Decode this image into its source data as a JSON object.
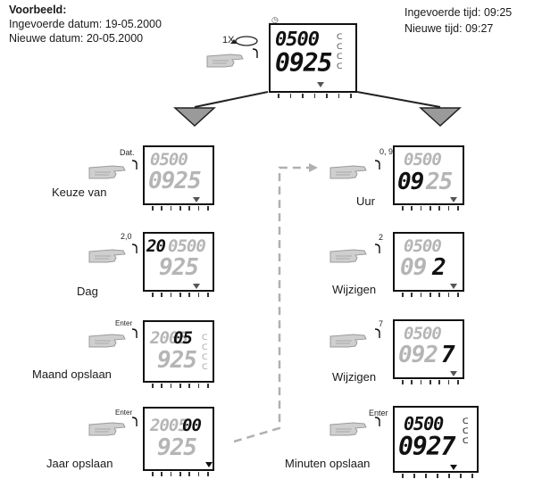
{
  "header": {
    "title": "Voorbeeld:",
    "entered_date": "Ingevoerde datum: 19-05.2000",
    "new_date": "Nieuwe datum: 20-05.2000",
    "entered_time": "Ingevoerde tijd: 09:25",
    "new_time": "Nieuwe tijd: 09:27"
  },
  "top": {
    "press_label": "1X",
    "display_top": "0500",
    "display_bottom": "0925"
  },
  "left_steps": [
    {
      "button": "Dat.",
      "caption": "Keuze van",
      "top": "0500",
      "bottom": "0925"
    },
    {
      "button": "2,0",
      "caption": "Dag",
      "top": "0500",
      "bottom": "925",
      "entry": "20"
    },
    {
      "button": "Enter",
      "caption": "Maand opslaan",
      "top": "2005",
      "bottom": "925",
      "entry": "05"
    },
    {
      "button": "Enter",
      "caption": "Jaar opslaan",
      "top": "2005",
      "bottom": "925",
      "entry": "00"
    }
  ],
  "right_steps": [
    {
      "button": "0, 9",
      "caption": "Uur",
      "top": "0500",
      "bottom": "0925",
      "entry": "09"
    },
    {
      "button": "2",
      "caption": "Wijzigen",
      "top": "0500",
      "bottom": "09",
      "entry": "2"
    },
    {
      "button": "7",
      "caption": "Wijzigen",
      "top": "0500",
      "bottom": "092",
      "entry": "7"
    },
    {
      "button": "Enter",
      "caption": "Minuten opslaan",
      "top": "0500",
      "bottom": "0927"
    }
  ]
}
